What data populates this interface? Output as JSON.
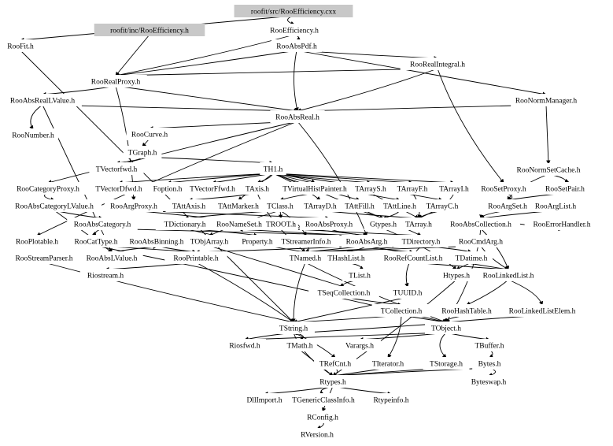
{
  "graph": {
    "root_nodes": [
      "roofit/src/RooEfficiency.cxx",
      "roofit/inc/RooEfficiency.h"
    ],
    "highlight_color": "#c8c8c8",
    "edge_color": "#000000",
    "nodes": [
      "roofit/src/RooEfficiency.cxx",
      "RooEfficiency.h",
      "roofit/inc/RooEfficiency.h",
      "RooFit.h",
      "RooAbsPdf.h",
      "RooRealIntegral.h",
      "RooRealProxy.h",
      "RooAbsRealLValue.h",
      "RooNormManager.h",
      "RooAbsReal.h",
      "RooNumber.h",
      "RooCurve.h",
      "TGraph.h",
      "TVectorfwd.h",
      "TH1.h",
      "RooNormSetCache.h",
      "RooCategoryProxy.h",
      "TVectorDfwd.h",
      "Foption.h",
      "TVectorFfwd.h",
      "TAxis.h",
      "TVirtualHistPainter.h",
      "TArrayS.h",
      "TArrayF.h",
      "TArrayI.h",
      "RooSetProxy.h",
      "RooSetPair.h",
      "RooAbsCategoryLValue.h",
      "RooArgProxy.h",
      "TAttAxis.h",
      "TAttMarker.h",
      "TClass.h",
      "TArrayD.h",
      "TAttFill.h",
      "TAttLine.h",
      "TArrayC.h",
      "RooArgSet.h",
      "RooArgList.h",
      "RooAbsCategory.h",
      "TDictionary.h",
      "RooNameSet.h",
      "TROOT.h",
      "RooAbsProxy.h",
      "Gtypes.h",
      "TArray.h",
      "RooAbsCollection.h",
      "RooErrorHandler.h",
      "RooPlotable.h",
      "RooCatType.h",
      "RooAbsBinning.h",
      "TObjArray.h",
      "Property.h",
      "TStreamerInfo.h",
      "RooAbsArg.h",
      "TDirectory.h",
      "RooCmdArg.h",
      "RooStreamParser.h",
      "RooAbsLValue.h",
      "RooPrintable.h",
      "TNamed.h",
      "THashList.h",
      "RooRefCountList.h",
      "TDatime.h",
      "Riostream.h",
      "TList.h",
      "Htypes.h",
      "RooLinkedList.h",
      "TSeqCollection.h",
      "TUUID.h",
      "TCollection.h",
      "RooHashTable.h",
      "RooLinkedListElem.h",
      "TString.h",
      "TObject.h",
      "Riosfwd.h",
      "TMath.h",
      "Varargs.h",
      "TBuffer.h",
      "TRefCnt.h",
      "TIterator.h",
      "TStorage.h",
      "Bytes.h",
      "Rtypes.h",
      "Byteswap.h",
      "DllImport.h",
      "TGenericClassInfo.h",
      "Rtypeinfo.h",
      "RConfig.h",
      "RVersion.h"
    ],
    "edges": [
      [
        "roofit/src/RooEfficiency.cxx",
        "RooEfficiency.h"
      ],
      [
        "roofit/src/RooEfficiency.cxx",
        "RooFit.h"
      ],
      [
        "roofit/inc/RooEfficiency.h",
        "RooRealProxy.h"
      ],
      [
        "RooEfficiency.h",
        "RooAbsPdf.h"
      ],
      [
        "RooEfficiency.h",
        "RooRealProxy.h"
      ],
      [
        "RooAbsPdf.h",
        "RooRealIntegral.h"
      ],
      [
        "RooAbsPdf.h",
        "RooAbsReal.h"
      ],
      [
        "RooAbsPdf.h",
        "RooNormManager.h"
      ],
      [
        "RooAbsPdf.h",
        "RooRealProxy.h"
      ],
      [
        "RooRealIntegral.h",
        "RooAbsReal.h"
      ],
      [
        "RooRealIntegral.h",
        "RooSetProxy.h"
      ],
      [
        "RooRealIntegral.h",
        "RooRealProxy.h"
      ],
      [
        "RooRealProxy.h",
        "RooAbsReal.h"
      ],
      [
        "RooRealProxy.h",
        "RooArgProxy.h"
      ],
      [
        "RooRealProxy.h",
        "RooAbsRealLValue.h"
      ],
      [
        "RooAbsRealLValue.h",
        "RooNumber.h"
      ],
      [
        "RooAbsRealLValue.h",
        "RooAbsReal.h"
      ],
      [
        "RooAbsRealLValue.h",
        "RooAbsLValue.h"
      ],
      [
        "RooAbsReal.h",
        "RooCurve.h"
      ],
      [
        "RooAbsReal.h",
        "RooAbsArg.h"
      ],
      [
        "RooAbsReal.h",
        "RooPlotable.h"
      ],
      [
        "RooAbsReal.h",
        "RooCategoryProxy.h"
      ],
      [
        "RooNormManager.h",
        "RooNormSetCache.h"
      ],
      [
        "RooNormManager.h",
        "RooAbsReal.h"
      ],
      [
        "RooNormSetCache.h",
        "RooSetPair.h"
      ],
      [
        "RooNormSetCache.h",
        "RooArgSet.h"
      ],
      [
        "RooSetPair.h",
        "RooArgSet.h"
      ],
      [
        "RooCurve.h",
        "TGraph.h"
      ],
      [
        "TGraph.h",
        "TH1.h"
      ],
      [
        "TGraph.h",
        "TVectorfwd.h"
      ],
      [
        "TH1.h",
        "TVectorDfwd.h"
      ],
      [
        "TH1.h",
        "Foption.h"
      ],
      [
        "TH1.h",
        "TVectorFfwd.h"
      ],
      [
        "TH1.h",
        "TAxis.h"
      ],
      [
        "TH1.h",
        "TVirtualHistPainter.h"
      ],
      [
        "TH1.h",
        "TArrayS.h"
      ],
      [
        "TH1.h",
        "TArrayF.h"
      ],
      [
        "TH1.h",
        "TArrayI.h"
      ],
      [
        "TH1.h",
        "TArrayD.h"
      ],
      [
        "TH1.h",
        "TArrayC.h"
      ],
      [
        "TH1.h",
        "TAttLine.h"
      ],
      [
        "TH1.h",
        "TAttFill.h"
      ],
      [
        "TH1.h",
        "TAttMarker.h"
      ],
      [
        "TH1.h",
        "TDirectory.h"
      ],
      [
        "TAxis.h",
        "TAttAxis.h"
      ],
      [
        "TAxis.h",
        "TNamed.h"
      ],
      [
        "TVirtualHistPainter.h",
        "TClass.h"
      ],
      [
        "TArrayS.h",
        "TArray.h"
      ],
      [
        "TArrayF.h",
        "TArray.h"
      ],
      [
        "TArrayI.h",
        "TArray.h"
      ],
      [
        "TArrayD.h",
        "TArray.h"
      ],
      [
        "TArrayC.h",
        "TArray.h"
      ],
      [
        "TAttFill.h",
        "Gtypes.h"
      ],
      [
        "TAttLine.h",
        "Gtypes.h"
      ],
      [
        "Gtypes.h",
        "Htypes.h"
      ],
      [
        "TClass.h",
        "TDictionary.h"
      ],
      [
        "TClass.h",
        "TObjArray.h"
      ],
      [
        "TClass.h",
        "TROOT.h"
      ],
      [
        "TClass.h",
        "TStreamerInfo.h"
      ],
      [
        "TDictionary.h",
        "Property.h"
      ],
      [
        "TDictionary.h",
        "TNamed.h"
      ],
      [
        "TROOT.h",
        "TDirectory.h"
      ],
      [
        "TObjArray.h",
        "TSeqCollection.h"
      ],
      [
        "TStreamerInfo.h",
        "TNamed.h"
      ],
      [
        "RooSetProxy.h",
        "RooArgSet.h"
      ],
      [
        "RooArgSet.h",
        "RooAbsCollection.h"
      ],
      [
        "RooArgList.h",
        "RooAbsCollection.h"
      ],
      [
        "RooAbsCollection.h",
        "RooErrorHandler.h"
      ],
      [
        "RooAbsCollection.h",
        "RooLinkedList.h"
      ],
      [
        "RooAbsCollection.h",
        "TObject.h"
      ],
      [
        "RooCategoryProxy.h",
        "RooAbsCategoryLValue.h"
      ],
      [
        "RooAbsCategoryLValue.h",
        "RooAbsCategory.h"
      ],
      [
        "RooAbsCategoryLValue.h",
        "RooAbsLValue.h"
      ],
      [
        "RooArgProxy.h",
        "RooAbsProxy.h"
      ],
      [
        "RooArgProxy.h",
        "RooAbsArg.h"
      ],
      [
        "RooAbsProxy.h",
        "RooAbsArg.h"
      ],
      [
        "RooAbsCategory.h",
        "RooCatType.h"
      ],
      [
        "RooAbsCategory.h",
        "RooAbsArg.h"
      ],
      [
        "RooCatType.h",
        "RooPrintable.h"
      ],
      [
        "RooCatType.h",
        "TObject.h"
      ],
      [
        "RooAbsLValue.h",
        "RooAbsBinning.h"
      ],
      [
        "RooAbsBinning.h",
        "RooPrintable.h"
      ],
      [
        "RooAbsArg.h",
        "TNamed.h"
      ],
      [
        "RooAbsArg.h",
        "THashList.h"
      ],
      [
        "RooAbsArg.h",
        "RooPrintable.h"
      ],
      [
        "RooAbsArg.h",
        "RooRefCountList.h"
      ],
      [
        "RooAbsArg.h",
        "RooLinkedList.h"
      ],
      [
        "RooAbsArg.h",
        "RooNameSet.h"
      ],
      [
        "TDirectory.h",
        "TNamed.h"
      ],
      [
        "TDirectory.h",
        "TDatime.h"
      ],
      [
        "TDirectory.h",
        "TUUID.h"
      ],
      [
        "RooCmdArg.h",
        "RooLinkedList.h"
      ],
      [
        "RooCmdArg.h",
        "TNamed.h"
      ],
      [
        "RooPrintable.h",
        "TString.h"
      ],
      [
        "RooPrintable.h",
        "Riostream.h"
      ],
      [
        "RooStreamParser.h",
        "TString.h"
      ],
      [
        "RooRefCountList.h",
        "RooLinkedList.h"
      ],
      [
        "TDatime.h",
        "Htypes.h"
      ],
      [
        "Htypes.h",
        "Rtypes.h"
      ],
      [
        "THashList.h",
        "TList.h"
      ],
      [
        "TList.h",
        "TSeqCollection.h"
      ],
      [
        "TSeqCollection.h",
        "TCollection.h"
      ],
      [
        "TCollection.h",
        "TObject.h"
      ],
      [
        "TCollection.h",
        "TIterator.h"
      ],
      [
        "TCollection.h",
        "TString.h"
      ],
      [
        "TNamed.h",
        "TObject.h"
      ],
      [
        "TNamed.h",
        "TString.h"
      ],
      [
        "TUUID.h",
        "TString.h"
      ],
      [
        "RooLinkedList.h",
        "RooHashTable.h"
      ],
      [
        "RooLinkedList.h",
        "RooLinkedListElem.h"
      ],
      [
        "RooHashTable.h",
        "TObject.h"
      ],
      [
        "RooLinkedListElem.h",
        "TObject.h"
      ],
      [
        "RooFit.h",
        "TString.h"
      ],
      [
        "TObject.h",
        "TString.h"
      ],
      [
        "TObject.h",
        "Varargs.h"
      ],
      [
        "TObject.h",
        "TStorage.h"
      ],
      [
        "TObject.h",
        "TBuffer.h"
      ],
      [
        "TObject.h",
        "Riosfwd.h"
      ],
      [
        "TString.h",
        "TRefCnt.h"
      ],
      [
        "TString.h",
        "TMath.h"
      ],
      [
        "TString.h",
        "Rtypes.h"
      ],
      [
        "TString.h",
        "Riosfwd.h"
      ],
      [
        "TMath.h",
        "Rtypes.h"
      ],
      [
        "TBuffer.h",
        "Bytes.h"
      ],
      [
        "Bytes.h",
        "Byteswap.h"
      ],
      [
        "Bytes.h",
        "Rtypes.h"
      ],
      [
        "TStorage.h",
        "Rtypes.h"
      ],
      [
        "TIterator.h",
        "Rtypes.h"
      ],
      [
        "TRefCnt.h",
        "Rtypes.h"
      ],
      [
        "Rtypes.h",
        "DllImport.h"
      ],
      [
        "Rtypes.h",
        "TGenericClassInfo.h"
      ],
      [
        "Rtypes.h",
        "Rtypeinfo.h"
      ],
      [
        "Rtypes.h",
        "RConfig.h"
      ],
      [
        "RConfig.h",
        "RVersion.h"
      ]
    ]
  }
}
